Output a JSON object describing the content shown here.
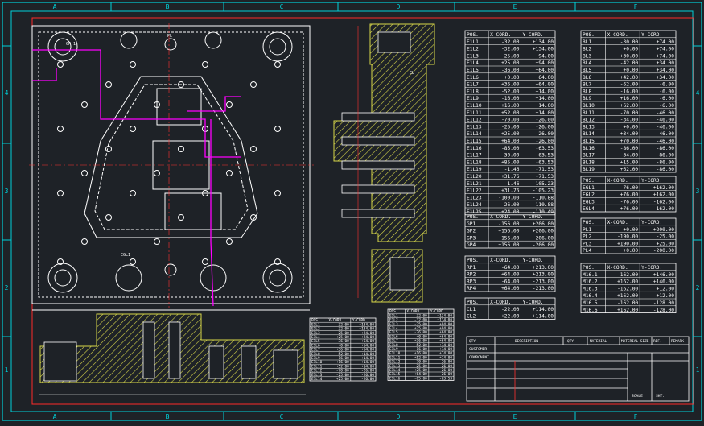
{
  "colors": {
    "background": "#1e2227",
    "frame": "#00d0d8",
    "border": "#ff2a2a",
    "geometry": "#ffffff",
    "hatch": "#d8d84a",
    "path": "#ff00ff",
    "center": "#ff3030",
    "title_text": "#ff3030"
  },
  "frame": {
    "cols": [
      "A",
      "B",
      "C",
      "D",
      "E",
      "F"
    ],
    "rows": [
      "4",
      "3",
      "2",
      "1"
    ]
  },
  "tables": {
    "header": {
      "pos": "POS.",
      "x": "X-CORD.",
      "y": "Y-CORD."
    },
    "e1": [
      [
        "E1L1",
        "-32.00",
        "+134.00"
      ],
      [
        "E1L2",
        "-32.00",
        "+134.00"
      ],
      [
        "E1L3",
        "-25.00",
        "+94.00"
      ],
      [
        "E1L4",
        "+25.00",
        "+94.00"
      ],
      [
        "E1L5",
        "-36.00",
        "+64.00"
      ],
      [
        "E1L6",
        "+0.00",
        "+64.00"
      ],
      [
        "E1L7",
        "+36.00",
        "+64.00"
      ],
      [
        "E1L8",
        "-52.00",
        "+14.00"
      ],
      [
        "E1L9",
        "-16.00",
        "+14.00"
      ],
      [
        "E1L10",
        "+16.00",
        "+14.00"
      ],
      [
        "E1L11",
        "+52.00",
        "+14.00"
      ],
      [
        "E1L12",
        "-70.00",
        "-26.00"
      ],
      [
        "E1L13",
        "-25.00",
        "-26.00"
      ],
      [
        "E1L14",
        "+25.00",
        "-26.00"
      ],
      [
        "E1L15",
        "+64.00",
        "-26.00"
      ],
      [
        "E1L16",
        "-85.00",
        "-63.53"
      ],
      [
        "E1L17",
        "-30.00",
        "-63.53"
      ],
      [
        "E1L18",
        "+85.00",
        "-63.53"
      ],
      [
        "E1L19",
        "-1.46",
        "-71.53"
      ],
      [
        "E1L20",
        "+31.76",
        "-71.53"
      ],
      [
        "E1L21",
        "-1.46",
        "-105.23"
      ],
      [
        "E1L22",
        "+31.76",
        "-105.23"
      ],
      [
        "E1L23",
        "-100.00",
        "-110.88"
      ],
      [
        "E1L24",
        "-26.00",
        "-110.88"
      ],
      [
        "E1L25",
        "+24.00",
        "-110.49"
      ]
    ],
    "bl": [
      [
        "BL1",
        "-30.00",
        "+74.00"
      ],
      [
        "BL2",
        "+0.00",
        "+74.00"
      ],
      [
        "BL3",
        "+30.00",
        "+74.00"
      ],
      [
        "BL4",
        "-42.00",
        "+34.00"
      ],
      [
        "BL5",
        "+0.00",
        "+34.00"
      ],
      [
        "BL6",
        "+42.00",
        "+34.00"
      ],
      [
        "BL7",
        "-62.00",
        "-6.00"
      ],
      [
        "BL8",
        "-16.00",
        "-6.00"
      ],
      [
        "BL9",
        "+16.00",
        "-6.00"
      ],
      [
        "BL10",
        "+62.00",
        "-6.00"
      ],
      [
        "BL11",
        "-70.00",
        "-46.00"
      ],
      [
        "BL12",
        "-34.00",
        "-46.00"
      ],
      [
        "BL13",
        "+0.00",
        "-46.00"
      ],
      [
        "BL14",
        "+34.00",
        "-46.00"
      ],
      [
        "BL15",
        "+70.00",
        "-46.00"
      ],
      [
        "BL16",
        "-86.00",
        "-86.00"
      ],
      [
        "BL17",
        "-34.00",
        "-86.00"
      ],
      [
        "BL18",
        "+15.00",
        "-86.00"
      ],
      [
        "BL19",
        "+62.00",
        "-86.00"
      ]
    ],
    "egl": [
      [
        "EGL1",
        "-76.00",
        "+162.00"
      ],
      [
        "EGL2",
        "+76.00",
        "+162.00"
      ],
      [
        "EGL3",
        "-76.00",
        "-162.00"
      ],
      [
        "EGL4",
        "+76.00",
        "-162.00"
      ]
    ],
    "gp": [
      [
        "GP1",
        "-156.00",
        "+206.00"
      ],
      [
        "GP2",
        "+156.00",
        "+206.00"
      ],
      [
        "GP3",
        "-156.00",
        "-206.00"
      ],
      [
        "GP4",
        "+156.00",
        "-206.00"
      ]
    ],
    "pl": [
      [
        "PL1",
        "+0.00",
        "+200.00"
      ],
      [
        "PL2",
        "-190.00",
        "-25.00"
      ],
      [
        "PL3",
        "+190.00",
        "+25.00"
      ],
      [
        "PL4",
        "+0.00",
        "-200.00"
      ]
    ],
    "rp": [
      [
        "RP1",
        "-64.00",
        "+213.00"
      ],
      [
        "RP2",
        "+64.00",
        "+213.00"
      ],
      [
        "RP3",
        "-64.00",
        "-213.00"
      ],
      [
        "RP4",
        "+64.00",
        "-213.00"
      ]
    ],
    "m16": [
      [
        "M16.1",
        "-162.00",
        "+146.00"
      ],
      [
        "M16.2",
        "+162.00",
        "+146.00"
      ],
      [
        "M16.3",
        "-162.00",
        "+12.00"
      ],
      [
        "M16.4",
        "+162.00",
        "+12.00"
      ],
      [
        "M16.5",
        "-162.00",
        "-128.00"
      ],
      [
        "M16.6",
        "+162.00",
        "-128.00"
      ]
    ],
    "cl": [
      [
        "CL1",
        "-22.00",
        "+114.00"
      ],
      [
        "CL2",
        "+22.00",
        "+114.00"
      ]
    ]
  },
  "labels": {
    "gp": "GP.1",
    "el": "EL",
    "egl": "EGL1",
    "pl": "PL"
  },
  "title_block": {
    "headers": [
      "QTY",
      "DESCRIPTION",
      "QTY",
      "MATERIAL",
      "MATERIAL SIZE",
      "REF.",
      "REMARK"
    ],
    "customer": "CUSTOMER",
    "component": "COMPONENT",
    "scale": "SCALE",
    "sheet": "SHT."
  }
}
